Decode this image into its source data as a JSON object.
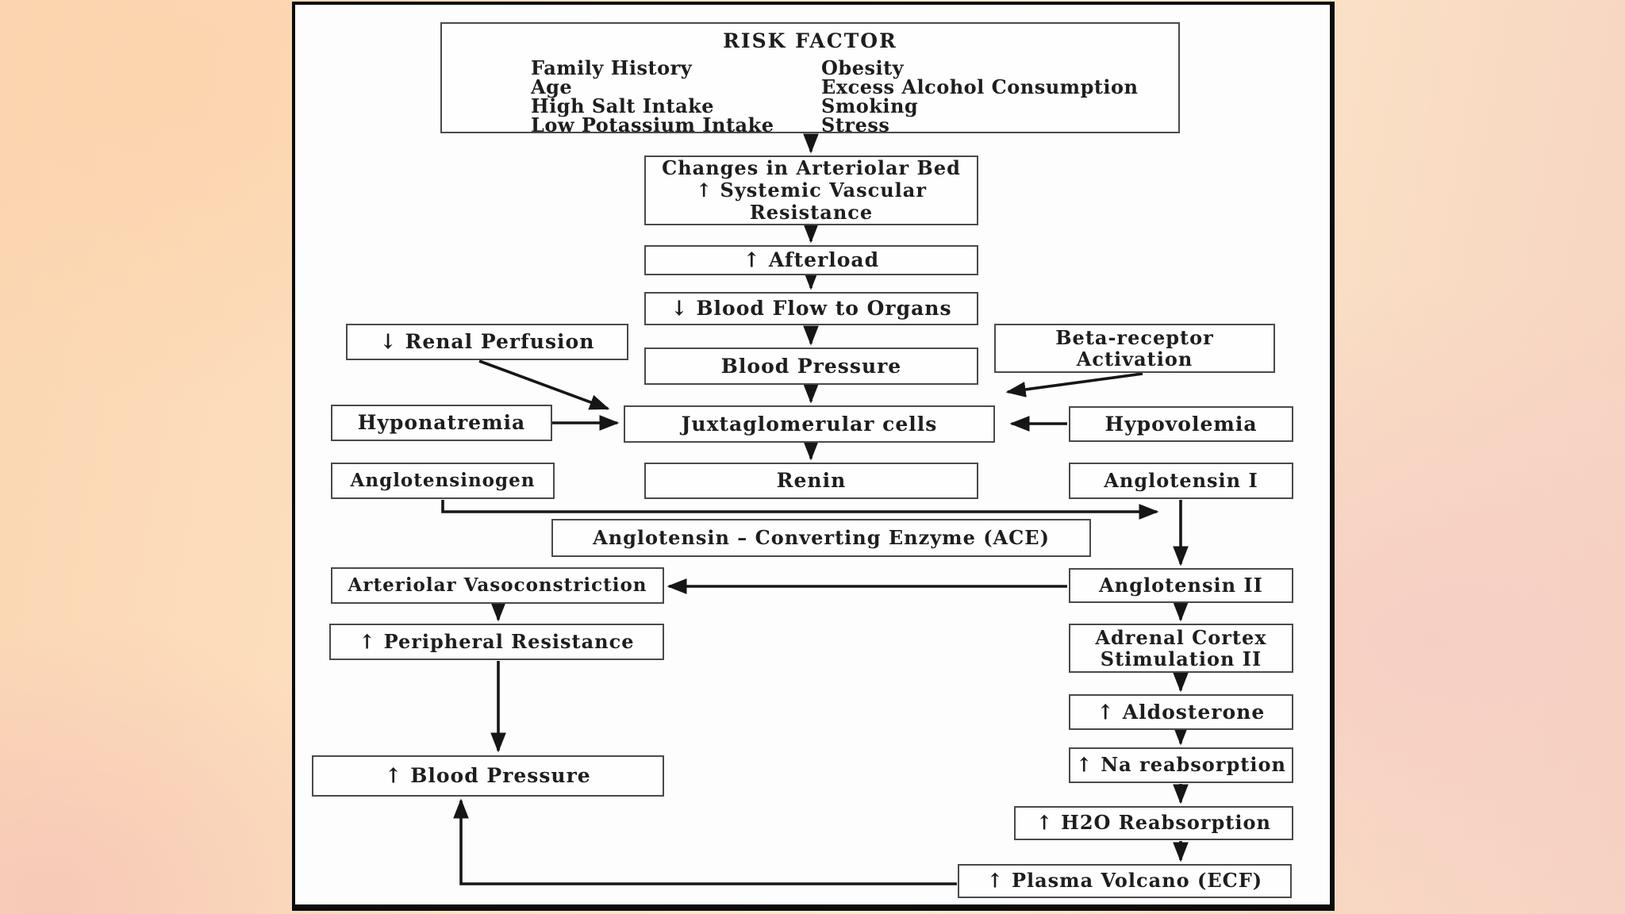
{
  "slide": {
    "risk_factor": {
      "title": "RISK FACTOR",
      "left_items": [
        "Family History",
        "Age",
        "High Salt Intake",
        "Low Potassium Intake"
      ],
      "right_items": [
        "Obesity",
        "Excess Alcohol Consumption",
        "Smoking",
        "Stress"
      ]
    },
    "nodes": {
      "changes": {
        "line1": "Changes in Arteriolar Bed",
        "line2": "↑ Systemic Vascular",
        "line3": "Resistance"
      },
      "afterload": {
        "prefix": "↑",
        "label": "Afterload"
      },
      "blood_flow": {
        "prefix": "↓",
        "label": "Blood Flow to Organs"
      },
      "blood_pressure_mid": {
        "label": "Blood Pressure"
      },
      "renal_perfusion": {
        "prefix": "↓",
        "label": "Renal Perfusion"
      },
      "beta_receptor": {
        "line1": "Beta-receptor",
        "line2": "Activation"
      },
      "hyponatremia": {
        "label": "Hyponatremia"
      },
      "juxtaglomerular": {
        "label": "Juxtaglomerular cells"
      },
      "hypovolemia": {
        "label": "Hypovolemia"
      },
      "angiotensinogen": {
        "label": "Anglotensinogen"
      },
      "renin": {
        "label": "Renin"
      },
      "angiotensin_1": {
        "label": "Anglotensin I"
      },
      "ace": {
        "label": "Anglotensin – Converting Enzyme (ACE)"
      },
      "arteriolar_vasoconstriction": {
        "label": "Arteriolar Vasoconstriction"
      },
      "angiotensin_2": {
        "label": "Anglotensin II"
      },
      "peripheral_resistance": {
        "prefix": "↑",
        "label": "Peripheral Resistance"
      },
      "adrenal_cortex": {
        "line1": "Adrenal Cortex",
        "line2": "Stimulation II"
      },
      "aldosterone": {
        "prefix": "↑",
        "label": "Aldosterone"
      },
      "na_reabsorption": {
        "prefix": "↑",
        "label": "Na reabsorption"
      },
      "h2o_reabsorption": {
        "prefix": "↑",
        "label": "H2O Reabsorption"
      },
      "plasma_volume": {
        "prefix": "↑",
        "label": "Plasma Volcano (ECF)"
      },
      "blood_pressure_bottom": {
        "prefix": "↑",
        "label": "Blood Pressure"
      }
    },
    "colors": {
      "background_peach": "#fde3c3",
      "background_pink": "#f6d2c2",
      "panel_background": "#fdfdfd",
      "panel_border": "#0c0c0c",
      "box_border": "#4a4a4a",
      "text": "#1e1e1e",
      "arrow": "#161616"
    }
  }
}
